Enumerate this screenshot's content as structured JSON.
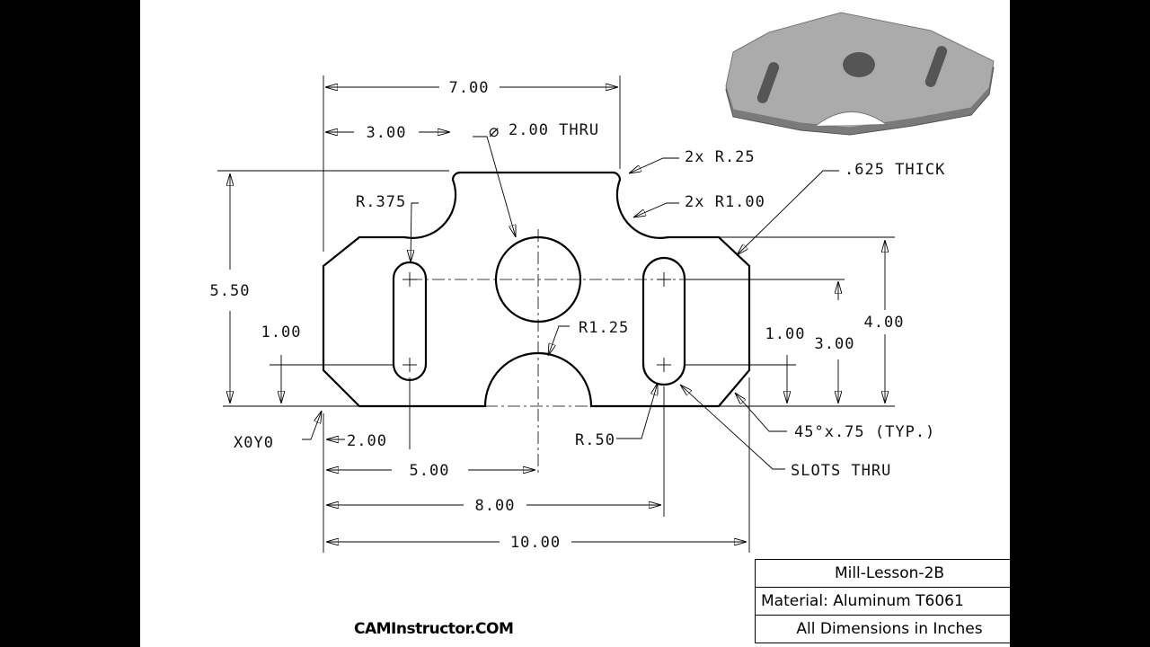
{
  "drawing": {
    "dims": {
      "overall_width_top": "7.00",
      "hole_x": "3.00",
      "hole_callout": "2.00 THRU",
      "top_fillet": "2x R.25",
      "neck_fillet": "2x R1.00",
      "thickness": ".625 THICK",
      "slot_end_radius_left": "R.375",
      "overall_height": "5.50",
      "slot_y_left": "1.00",
      "arc_radius": "R1.25",
      "slot_y_right": "1.00",
      "slot_top_y": "3.00",
      "body_height": "4.00",
      "origin": "X0Y0",
      "slot_x_left": "2.00",
      "slot_end_radius_right": "R.50",
      "chamfer": "45°x.75 (TYP.)",
      "hole_center_x": "5.00",
      "slots_note": "SLOTS THRU",
      "slot_x_right": "8.00",
      "overall_length": "10.00"
    },
    "diameter_symbol": "⌀"
  },
  "branding": {
    "site": "CAMInstructor.COM"
  },
  "title_block": {
    "part_name": "Mill-Lesson-2B",
    "material": "Material: Aluminum T6061",
    "units": "All Dimensions in Inches"
  },
  "colors": {
    "background": "#000000",
    "sheet": "#ffffff",
    "line": "#000000",
    "iso_face": "#a8a8a8"
  }
}
